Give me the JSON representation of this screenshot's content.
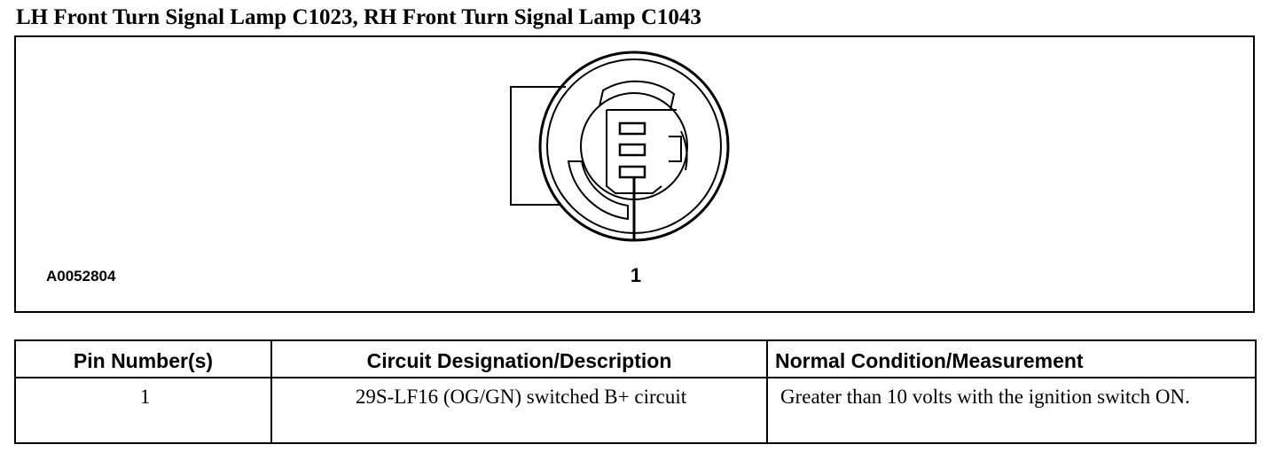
{
  "document": {
    "title": "LH Front Turn Signal Lamp C1023, RH Front Turn Signal Lamp C1043"
  },
  "figure": {
    "id_label": "A0052804",
    "pin_callout": "1"
  },
  "pin_table": {
    "headers": [
      "Pin Number(s)",
      "Circuit Designation/Description",
      "Normal Condition/Measurement"
    ],
    "rows": [
      {
        "pin": "1",
        "circuit": "29S-LF16 (OG/GN) switched B+ circuit",
        "condition": "Greater than 10 volts with the ignition switch ON."
      }
    ]
  }
}
